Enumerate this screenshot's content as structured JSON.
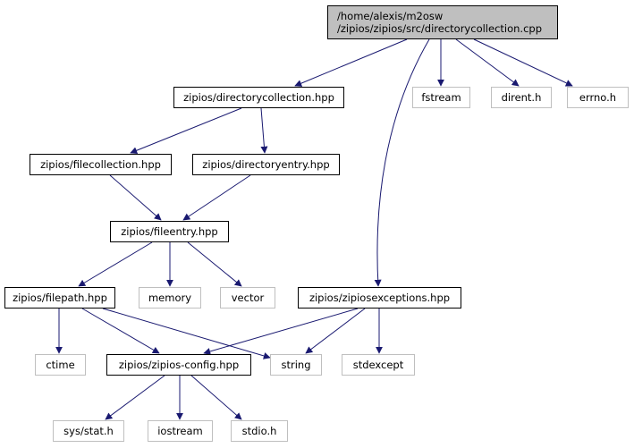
{
  "colors": {
    "edge": "#191970",
    "root_fill": "#bfbfbf",
    "sys_border": "#bfbfbf",
    "doc_border": "#000000"
  },
  "nodes": {
    "root_line1": "/home/alexis/m2osw",
    "root_line2": "/zipios/zipios/src/directorycollection.cpp",
    "directorycollection_hpp": "zipios/directorycollection.hpp",
    "fstream": "fstream",
    "dirent_h": "dirent.h",
    "errno_h": "errno.h",
    "filecollection_hpp": "zipios/filecollection.hpp",
    "directoryentry_hpp": "zipios/directoryentry.hpp",
    "fileentry_hpp": "zipios/fileentry.hpp",
    "filepath_hpp": "zipios/filepath.hpp",
    "memory": "memory",
    "vector": "vector",
    "zipiosexceptions_hpp": "zipios/zipiosexceptions.hpp",
    "ctime": "ctime",
    "zipios_config_hpp": "zipios/zipios-config.hpp",
    "string": "string",
    "stdexcept": "stdexcept",
    "sys_stat_h": "sys/stat.h",
    "iostream": "iostream",
    "stdio_h": "stdio.h"
  }
}
